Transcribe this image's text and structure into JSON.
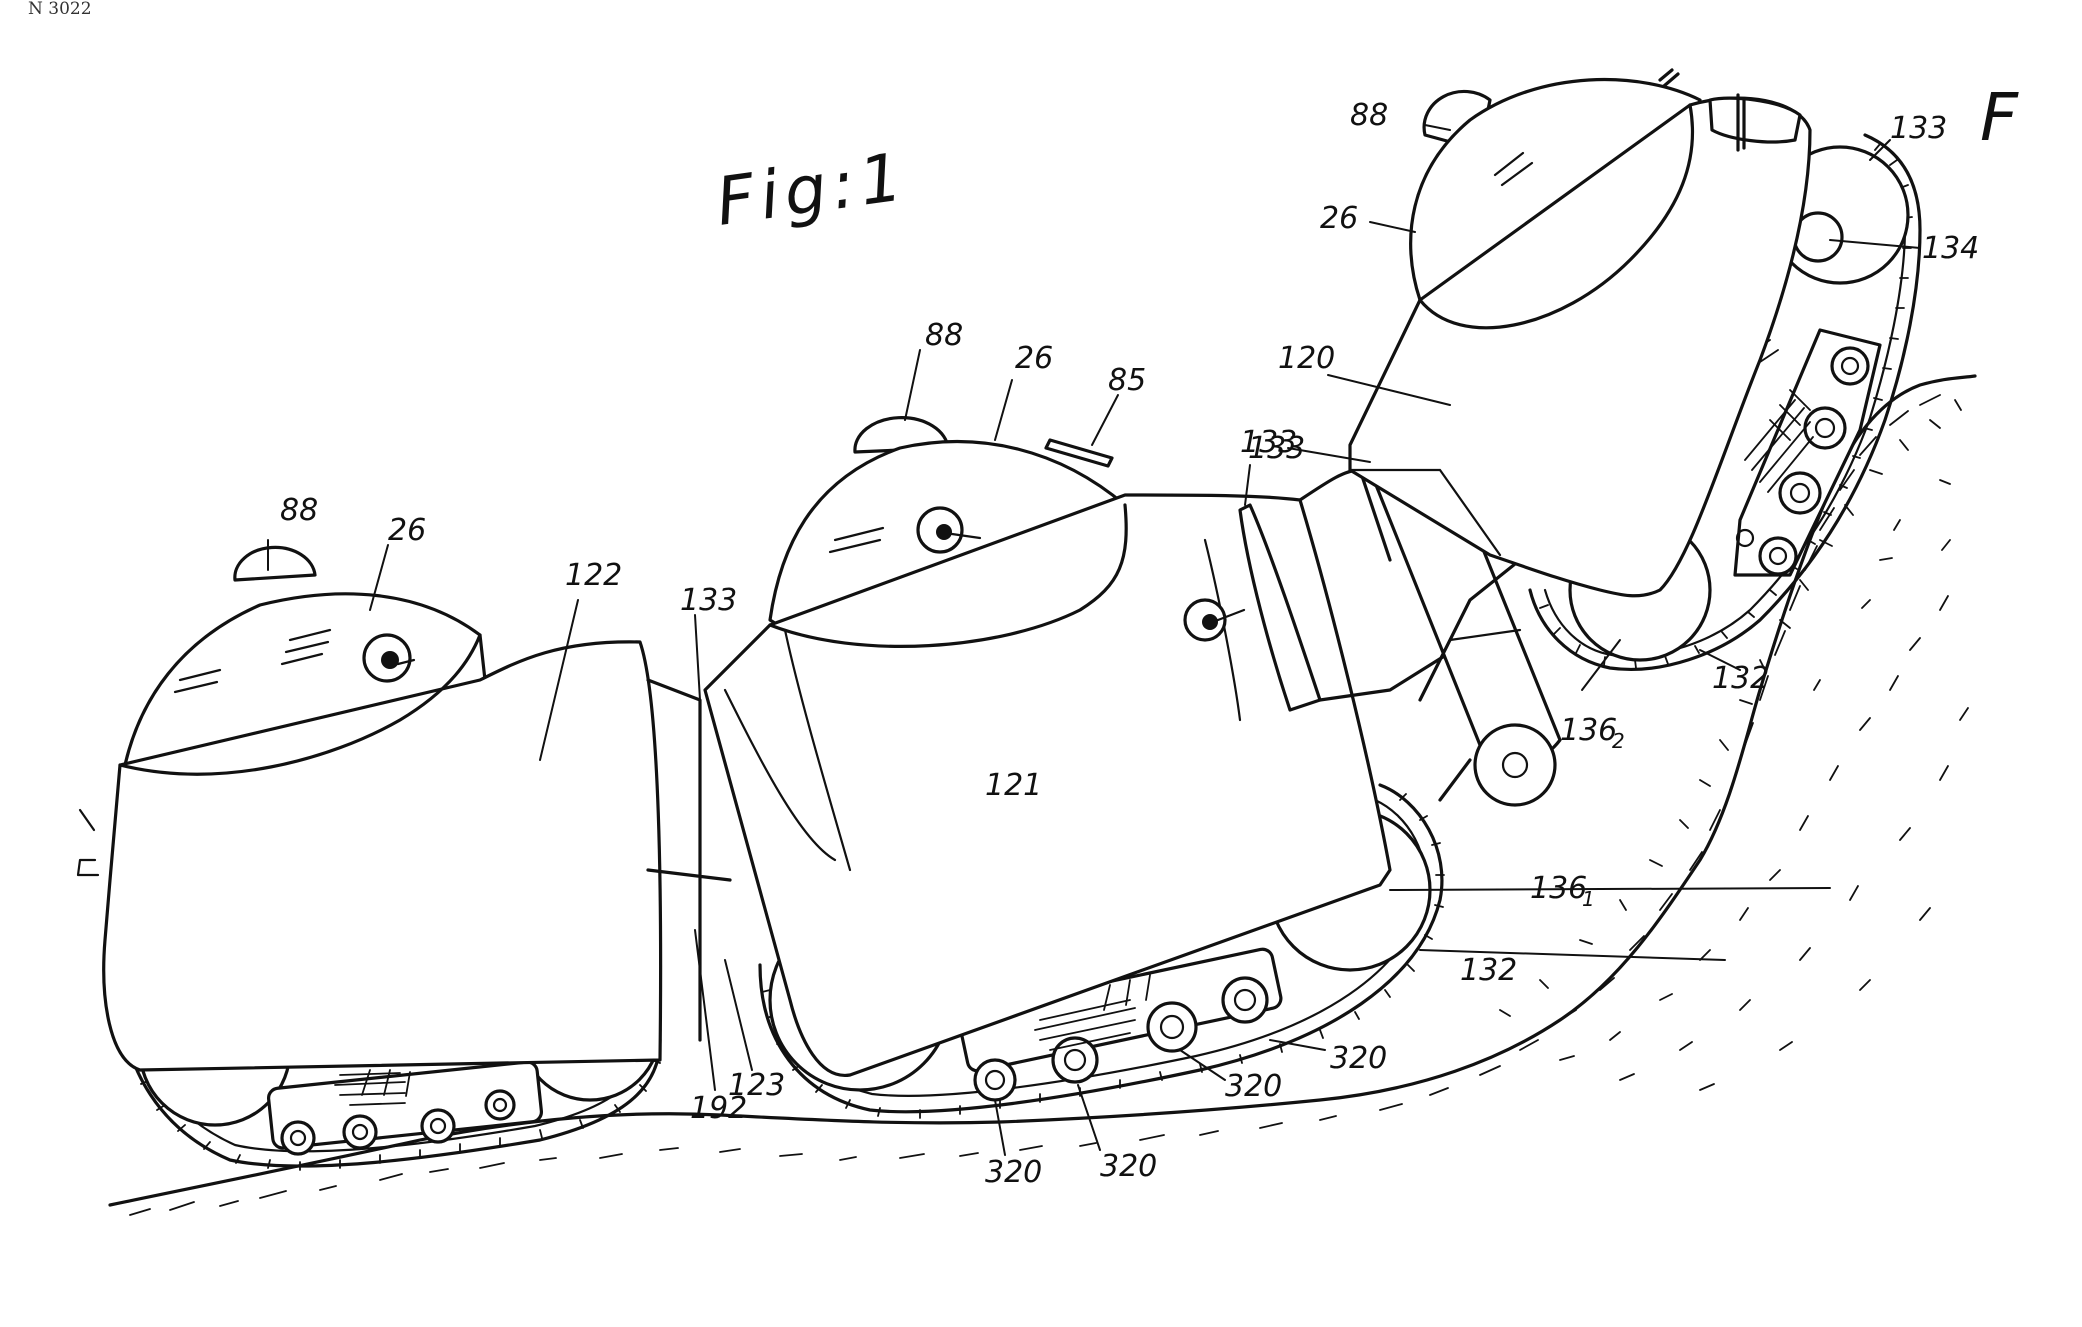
{
  "figure": {
    "title": "Fig:1",
    "title_cut": "F",
    "corner_mark": "N 3022"
  },
  "labels": {
    "l88_a": "88",
    "l26_a": "26",
    "l122": "122",
    "l133_a": "133",
    "l88_b": "88",
    "l26_b": "26",
    "l85": "85",
    "l133_b": "133",
    "l121": "121",
    "l88_c": "88",
    "l26_c": "26",
    "l120": "120",
    "l133_c": "133",
    "l133_d": "133",
    "l134": "134",
    "l136_2": "136",
    "l136_2_sub": "2",
    "l132_a": "132",
    "l136_1": "136",
    "l136_1_sub": "1",
    "l132_b": "132",
    "l320_a": "320",
    "l320_b": "320",
    "l320_c": "320",
    "l320_d": "320",
    "l192": "192",
    "l123": "123"
  }
}
